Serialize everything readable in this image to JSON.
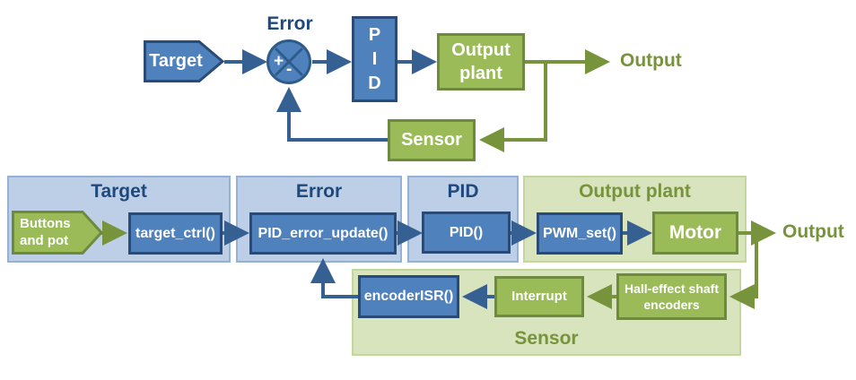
{
  "colors": {
    "blue_node": "#4F81BD",
    "blue_node_border": "#2A4A77",
    "blue_arrow": "#376092",
    "navy_text": "#1F497D",
    "green_node": "#9BBB59",
    "green_node_border": "#6E8A3F",
    "green_arrow": "#77933C",
    "olive_text": "#77933C",
    "panel_blue_fill": "#BCCFE6",
    "panel_blue_border": "#94B2D6",
    "panel_green_fill": "#D7E4BD",
    "panel_green_border": "#C3D69B"
  },
  "top_diagram": {
    "target_label": "Target",
    "error_label": "Error",
    "sum_plus": "+",
    "sum_minus": "-",
    "pid": [
      "P",
      "I",
      "D"
    ],
    "output_plant_label": "Output plant",
    "sensor_label": "Sensor",
    "output_label": "Output"
  },
  "bottom_diagram": {
    "panels": {
      "target": "Target",
      "error": "Error",
      "pid": "PID",
      "output_plant": "Output plant",
      "sensor": "Sensor"
    },
    "nodes": {
      "buttons_pot": "Buttons and pot",
      "target_ctrl": "target_ctrl()",
      "pid_error_update": "PID_error_update()",
      "pid_fn": "PID()",
      "pwm_set": "PWM_set()",
      "motor": "Motor",
      "encoder_isr": "encoderISR()",
      "interrupt": "Interrupt",
      "hall_encoders": "Hall-effect shaft encoders"
    },
    "output_label": "Output"
  }
}
